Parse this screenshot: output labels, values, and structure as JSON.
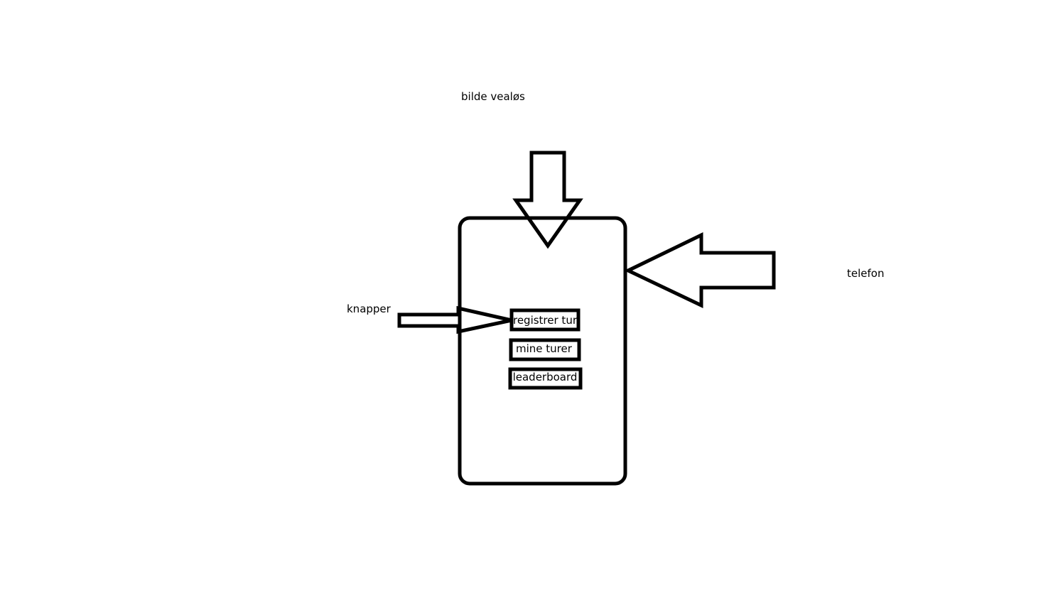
{
  "labels": {
    "top_image": "bilde vealøs",
    "phone": "telefon",
    "buttons": "knapper"
  },
  "phone_buttons": [
    {
      "label": "registrer tur"
    },
    {
      "label": "mine turer"
    },
    {
      "label": "leaderboard"
    }
  ],
  "colors": {
    "stroke": "#000000",
    "background": "#ffffff"
  }
}
